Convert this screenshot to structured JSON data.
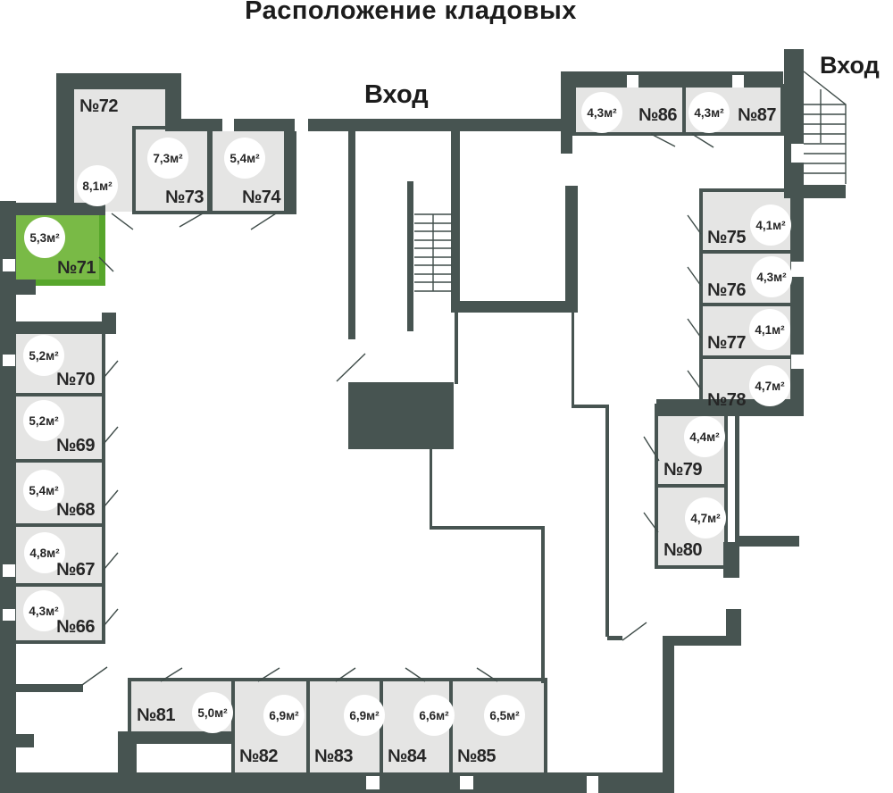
{
  "title": "Расположение кладовых",
  "entrances": {
    "top": "Вход",
    "right": "Вход"
  },
  "colors": {
    "wall": "#475451",
    "room_fill": "#e5e5e4",
    "highlight_fill": "#79ba46",
    "highlight_border": "#57a62b",
    "badge_fill": "#ffffff",
    "text": "#262626"
  },
  "rooms": [
    {
      "number": "№66",
      "area": "4,3м²",
      "highlighted": false
    },
    {
      "number": "№67",
      "area": "4,8м²",
      "highlighted": false
    },
    {
      "number": "№68",
      "area": "5,4м²",
      "highlighted": false
    },
    {
      "number": "№69",
      "area": "5,2м²",
      "highlighted": false
    },
    {
      "number": "№70",
      "area": "5,2м²",
      "highlighted": false
    },
    {
      "number": "№71",
      "area": "5,3м²",
      "highlighted": true
    },
    {
      "number": "№72",
      "area": "8,1м²",
      "highlighted": false
    },
    {
      "number": "№73",
      "area": "7,3м²",
      "highlighted": false
    },
    {
      "number": "№74",
      "area": "5,4м²",
      "highlighted": false
    },
    {
      "number": "№75",
      "area": "4,1м²",
      "highlighted": false
    },
    {
      "number": "№76",
      "area": "4,3м²",
      "highlighted": false
    },
    {
      "number": "№77",
      "area": "4,1м²",
      "highlighted": false
    },
    {
      "number": "№78",
      "area": "4,7м²",
      "highlighted": false
    },
    {
      "number": "№79",
      "area": "4,4м²",
      "highlighted": false
    },
    {
      "number": "№80",
      "area": "4,7м²",
      "highlighted": false
    },
    {
      "number": "№81",
      "area": "5,0м²",
      "highlighted": false
    },
    {
      "number": "№82",
      "area": "6,9м²",
      "highlighted": false
    },
    {
      "number": "№83",
      "area": "6,9м²",
      "highlighted": false
    },
    {
      "number": "№84",
      "area": "6,6м²",
      "highlighted": false
    },
    {
      "number": "№85",
      "area": "6,5м²",
      "highlighted": false
    },
    {
      "number": "№86",
      "area": "4,3м²",
      "highlighted": false
    },
    {
      "number": "№87",
      "area": "4,3м²",
      "highlighted": false
    }
  ]
}
